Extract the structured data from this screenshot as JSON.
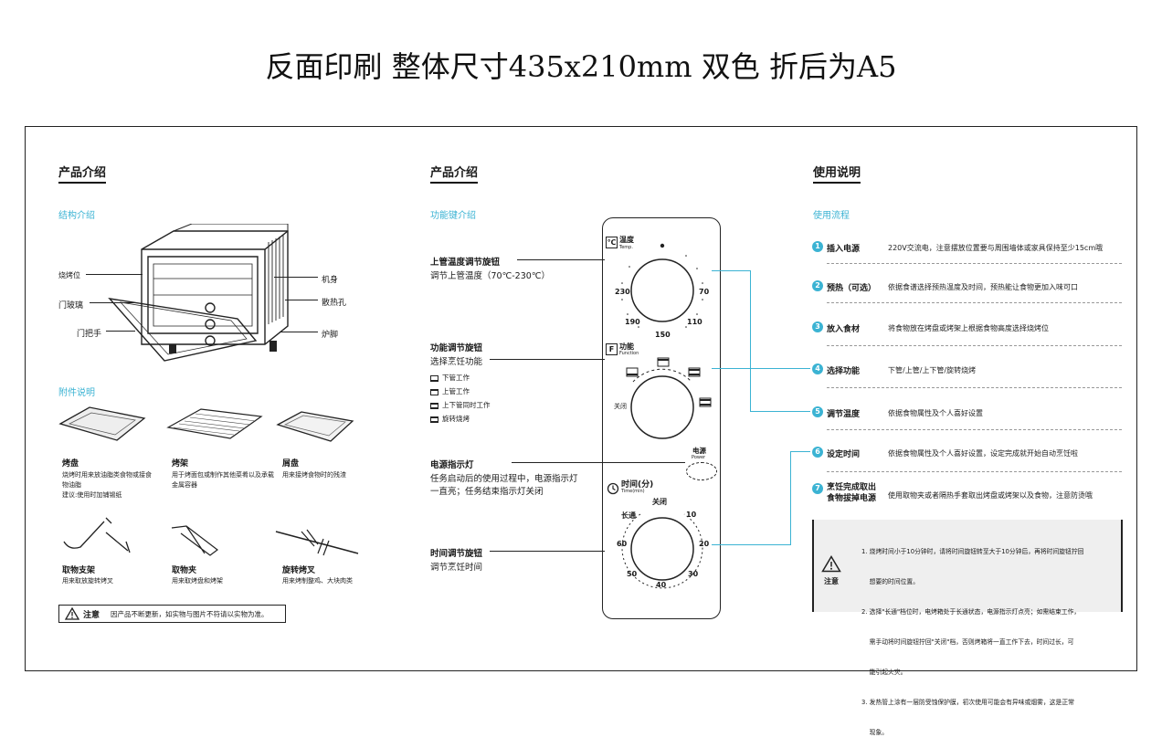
{
  "title": "反面印刷 整体尺寸435x210mm 双色 折后为A5",
  "col1": {
    "heading": "产品介绍",
    "structure_title": "结构介绍",
    "labels": {
      "rack_pos": "烧烤位",
      "door_glass": "门玻璃",
      "door_handle": "门把手",
      "body": "机身",
      "vent": "散热孔",
      "foot": "炉脚"
    },
    "accessories_title": "附件说明",
    "accessories": [
      {
        "name": "烤盘",
        "desc": "烧烤时用来放油脂类食物或接食物油脂\n建议:使用时加铺锡纸"
      },
      {
        "name": "烤架",
        "desc": "用于烤面包或制作其他菜肴以及承载金属容器"
      },
      {
        "name": "屑盘",
        "desc": "用来接烤食物时的残渣"
      },
      {
        "name": "取物支架",
        "desc": "用来取放旋转烤叉"
      },
      {
        "name": "取物夹",
        "desc": "用来取烤盘和烤架"
      },
      {
        "name": "旋转烤叉",
        "desc": "用来烤制整鸡、大块肉类"
      }
    ],
    "notice_label": "注意",
    "notice_text": "因产品不断更新，如实物与图片不符请以实物为准。"
  },
  "col2": {
    "heading": "产品介绍",
    "sub": "功能键介绍",
    "knob1_title": "上管温度调节旋钮",
    "knob1_desc": "调节上管温度（70℃-230℃）",
    "knob2_title": "功能调节旋钮",
    "knob2_desc": "选择烹饪功能",
    "func_items": [
      "下管工作",
      "上管工作",
      "上下管同时工作",
      "旋转烧烤"
    ],
    "light_title": "电源指示灯",
    "light_desc_1": "任务启动后的使用过程中，电源指示灯",
    "light_desc_2": "一直亮；任务结束指示灯关闭",
    "timer_title": "时间调节旋钮",
    "timer_desc": "调节烹饪时间"
  },
  "panel": {
    "temp_label": "温度",
    "temp_en": "Temp.",
    "temp_marks": [
      "230",
      "70",
      "190",
      "150",
      "110"
    ],
    "func_label": "功能",
    "func_en": "Function",
    "func_off": "关闭",
    "power_label": "电源",
    "power_en": "Power",
    "time_label": "时间(分)",
    "time_en": "Time(min)",
    "time_marks": [
      "关闭",
      "长通",
      "10",
      "20",
      "30",
      "40",
      "50",
      "60"
    ]
  },
  "col3": {
    "heading": "使用说明",
    "sub": "使用流程",
    "steps": [
      {
        "num": "1",
        "title": "插入电源",
        "desc": "220V交流电，注意摆放位置要与周围墙体或家具保持至少15cm哦"
      },
      {
        "num": "2",
        "title": "预热（可选）",
        "desc": "依据食谱选择预热温度及时间，预热能让食物更加入味可口"
      },
      {
        "num": "3",
        "title": "放入食材",
        "desc": "将食物放在烤盘或烤架上根据食物高度选择烧烤位"
      },
      {
        "num": "4",
        "title": "选择功能",
        "desc": "下管/上管/上下管/旋转烧烤"
      },
      {
        "num": "5",
        "title": "调节温度",
        "desc": "依据食物属性及个人喜好设置"
      },
      {
        "num": "6",
        "title": "设定时间",
        "desc": "依据食物属性及个人喜好设置，设定完成就开始自动烹饪啦"
      },
      {
        "num": "7",
        "title": "烹饪完成取出\n食物拔掉电源",
        "desc": "使用取物夹或者隔热手套取出烤盘或烤架以及食物，注意防烫哦"
      }
    ],
    "warn_label": "注意",
    "warn_lines": [
      "1. 烧烤时间小于10分钟时，请将时间旋钮转至大于10分钟后，再将时间旋钮拧回",
      "    想要的时间位置。",
      "2. 选择\"长通\"档位时，电烤箱处于长通状态，电源指示灯点亮；如需结束工作，",
      "    需手动将时间旋钮拧回\"关闭\"档，否则烤箱将一直工作下去，时间过长，可",
      "    能引起火灾。",
      "3. 发热管上涂有一层防受蚀保护膜，初次使用可能会有异味或烟雾，这是正常",
      "    现象。"
    ]
  }
}
